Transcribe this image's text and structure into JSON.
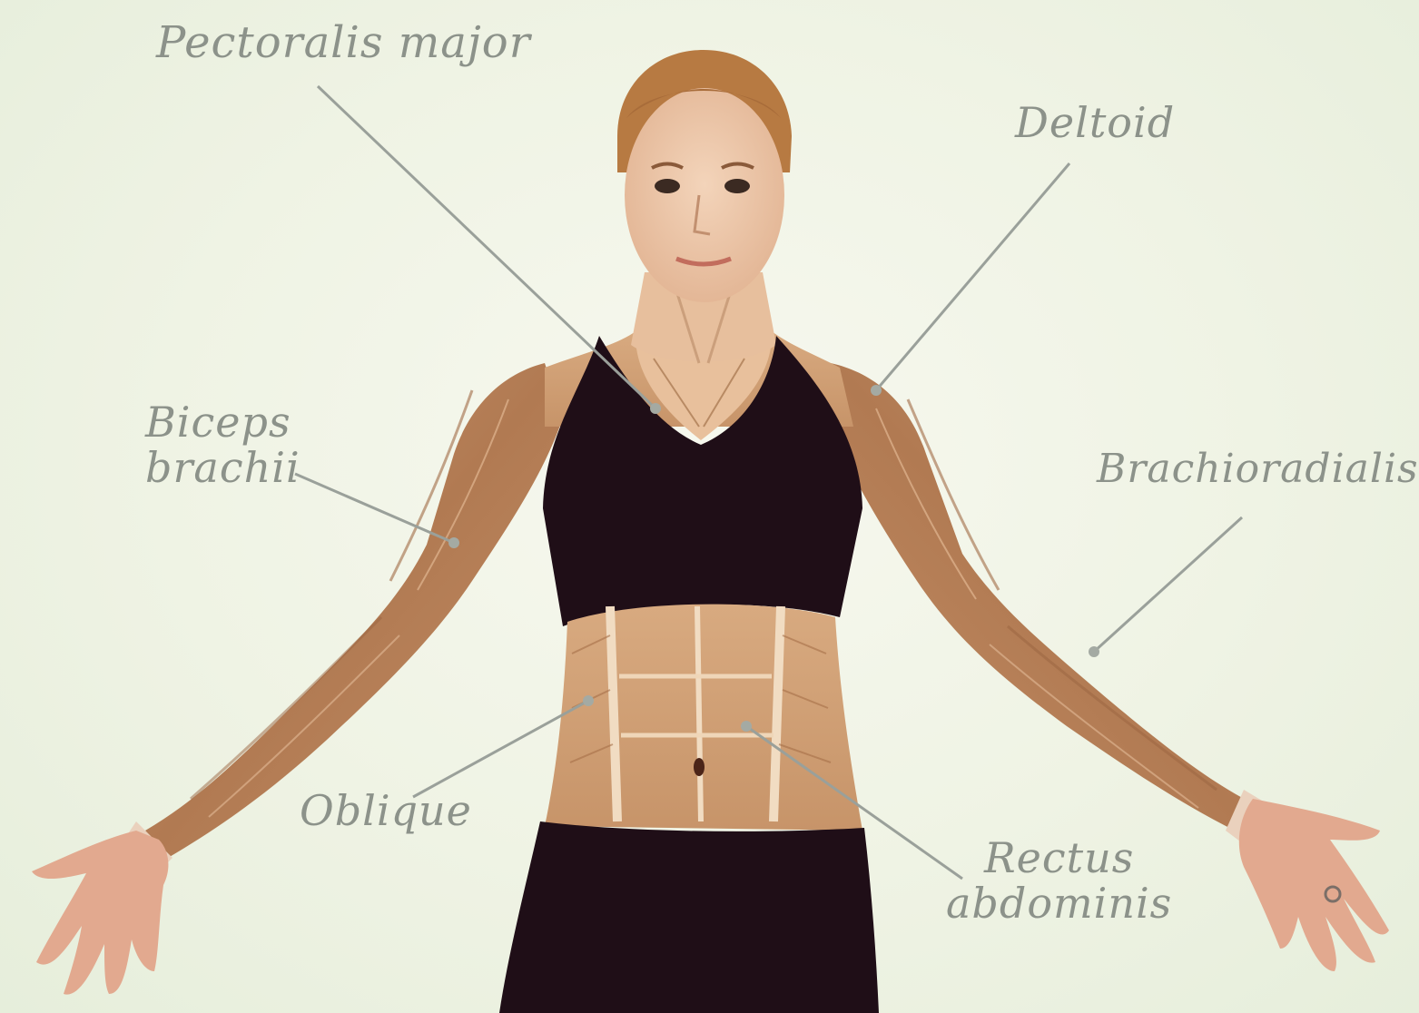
{
  "labels": {
    "pectoralis": "Pectoralis major",
    "deltoid": "Deltoid",
    "biceps_line1": "Biceps",
    "biceps_line2": "brachii",
    "brachioradialis": "Brachioradialis",
    "oblique": "Oblique",
    "rectus_line1": "Rectus",
    "rectus_line2": "abdominis"
  },
  "colors": {
    "background": "#eef3e6",
    "label_text": "#8c928a",
    "leader_line": "#9aa09a",
    "skin": "#e8c4a4",
    "muscle": "#b57f57",
    "clothing": "#1e0f18",
    "hair": "#b77a42"
  }
}
